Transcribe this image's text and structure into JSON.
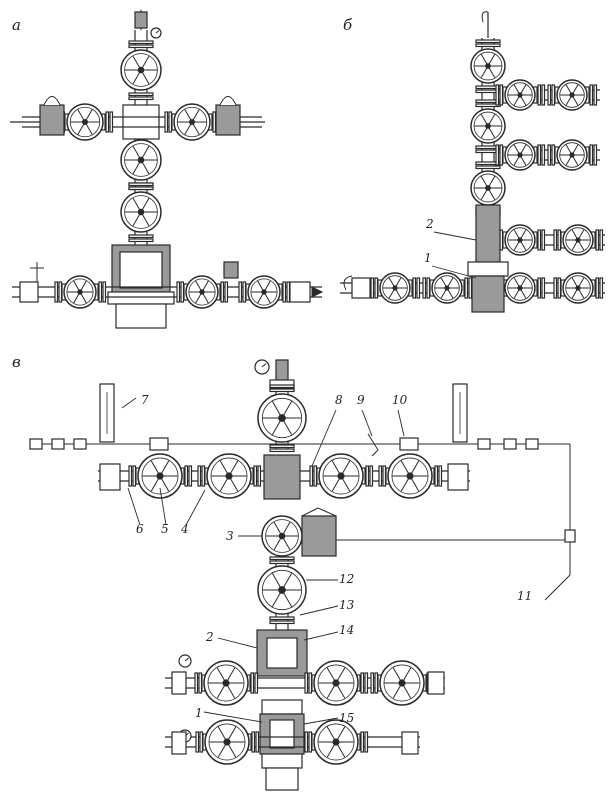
{
  "figure": {
    "panel_labels": [
      "а",
      "б",
      "в"
    ],
    "callouts_b": [
      "2",
      "1"
    ],
    "callouts_c": [
      "1",
      "2",
      "3",
      "4",
      "5",
      "6",
      "7",
      "8",
      "9",
      "10",
      "11",
      "12",
      "13",
      "14",
      "15"
    ]
  },
  "colors": {
    "ink": "#2a2a2a",
    "paper": "#ffffff",
    "hatch": "#9a9a9a"
  }
}
